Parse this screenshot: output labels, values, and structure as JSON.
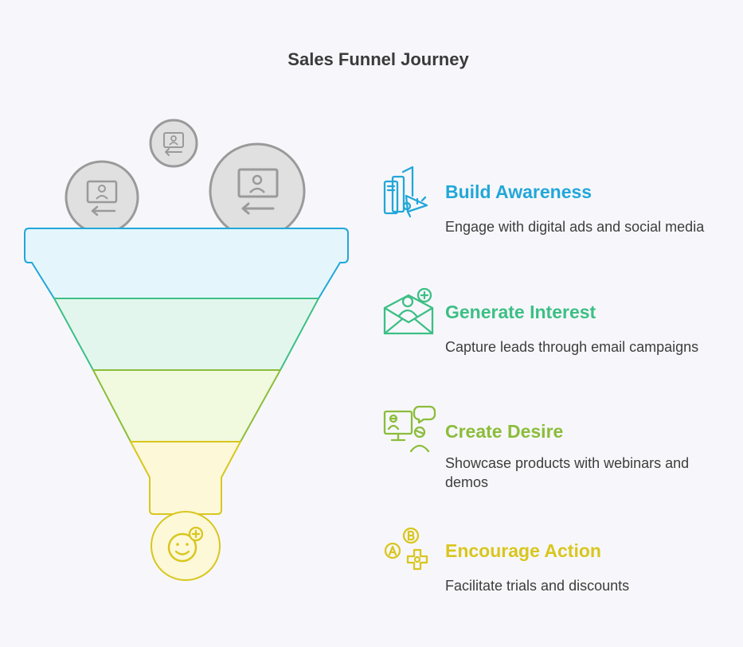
{
  "title": "Sales Funnel Journey",
  "colors": {
    "awareness": "#22a7d8",
    "interest": "#3dbf85",
    "desire": "#8bbd3a",
    "action": "#d9c61e",
    "icon_gray": "#9a9a9a"
  },
  "stages": [
    {
      "title": "Build Awareness",
      "description": "Engage with digital ads and social media",
      "icon": "megaphone-icon"
    },
    {
      "title": "Generate Interest",
      "description": "Capture leads through email campaigns",
      "icon": "email-contact-icon"
    },
    {
      "title": "Create Desire",
      "description": "Showcase products with webinars and demos",
      "icon": "webinar-icon"
    },
    {
      "title": "Encourage Action",
      "description": "Facilitate trials and discounts",
      "icon": "ab-test-icon"
    }
  ],
  "funnel_icons": [
    "lead-entry-icon",
    "lead-entry-icon",
    "lead-entry-icon",
    "happy-customer-icon"
  ]
}
